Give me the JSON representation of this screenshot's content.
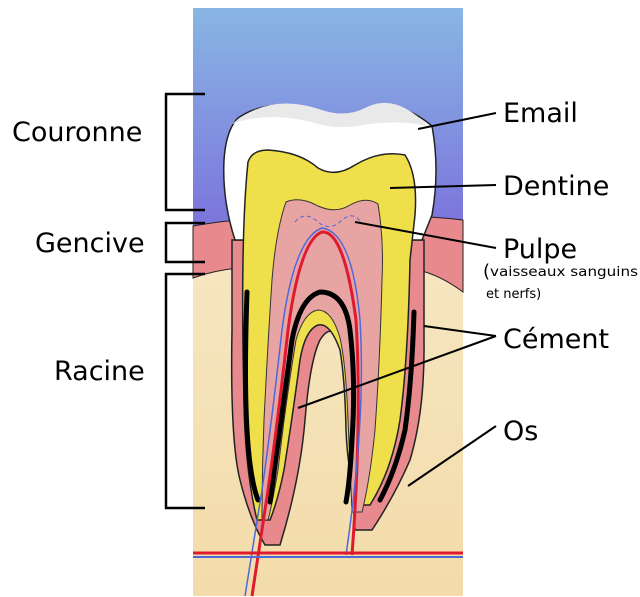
{
  "labels": {
    "couronne": "Couronne",
    "gencive": "Gencive",
    "racine": "Racine",
    "email": "Email",
    "dentine": "Dentine",
    "pulpe": "Pulpe",
    "pulpe_note_line1": "vaisseaux sanguins",
    "pulpe_note_line2": "et nerfs)",
    "pulpe_note_paren": "(",
    "cement": "Cément",
    "os": "Os"
  },
  "colors": {
    "sky_top": "#86b4e2",
    "sky_bottom": "#7a73dc",
    "gum": "#e7898d",
    "bone": "#f6e4bd",
    "enamel": "#ffffff",
    "dentine": "#efdf4a",
    "pulp": "#e8a3a3",
    "artery": "#e01a2e",
    "vein": "#4f68d8"
  }
}
